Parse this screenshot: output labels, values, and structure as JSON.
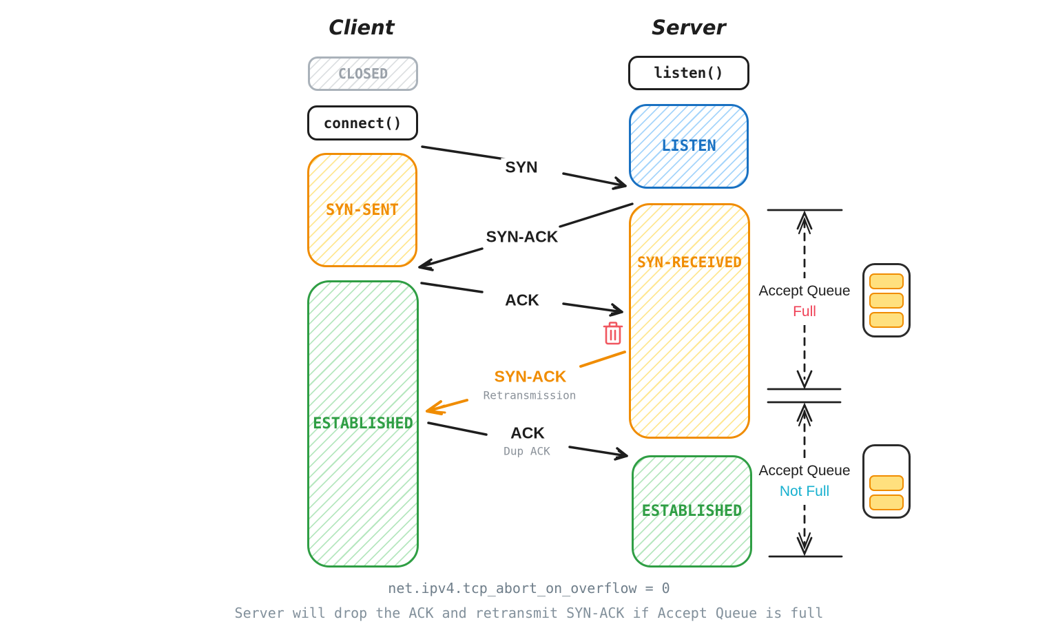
{
  "palette": {
    "ink": "#1e1e1e",
    "orange": "#f08c00",
    "yellow_fill": "#ffd43b",
    "green": "#2f9e44",
    "blue": "#1971c2",
    "gray": "#adb5bd",
    "muted_gray": "#8a9199",
    "red_full": "#ef4056",
    "cyan_not_full": "#17b0cf",
    "trash_red": "#f0565f",
    "slot_fill": "#ffe07e",
    "footer_gray": "#6f7e8a"
  },
  "client": {
    "title": "Client",
    "closed_state": "CLOSED",
    "connect_call": "connect()",
    "syn_sent_state": "SYN-SENT",
    "established_state": "ESTABLISHED"
  },
  "server": {
    "title": "Server",
    "listen_call": "listen()",
    "listen_state": "LISTEN",
    "syn_received_state": "SYN-RECEIVED",
    "established_state": "ESTABLISHED"
  },
  "messages": {
    "syn": "SYN",
    "syn_ack": "SYN-ACK",
    "ack": "ACK",
    "retransmission": {
      "label": "SYN-ACK",
      "sub": "Retransmission"
    },
    "dup_ack": {
      "label": "ACK",
      "sub": "Dup ACK"
    }
  },
  "queues": [
    {
      "label": "Accept Queue",
      "status": "Full",
      "status_color": "#ef4056",
      "slots": 3
    },
    {
      "label": "Accept Queue",
      "status": "Not Full",
      "status_color": "#17b0cf",
      "slots": 2
    }
  ],
  "footer": {
    "line1": "net.ipv4.tcp_abort_on_overflow = 0",
    "line2": "Server will drop the ACK and retransmit SYN-ACK if Accept Queue is full"
  }
}
